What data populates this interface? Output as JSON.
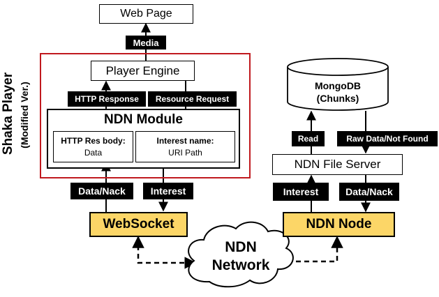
{
  "shaka_player": {
    "title": "Shaka Player",
    "subtitle": "(Modified Ver.)"
  },
  "web_page": "Web Page",
  "media": "Media",
  "player_engine": "Player Engine",
  "http_response": "HTTP Response",
  "resource_request": "Resource Request",
  "ndn_module": {
    "title": "NDN Module",
    "http_res_body": {
      "label": "HTTP Res body:",
      "value": "Data"
    },
    "interest_name": {
      "label": "Interest name:",
      "value": "URI Path"
    }
  },
  "data_nack_left": "Data/Nack",
  "interest_left": "Interest",
  "websocket": "WebSocket",
  "mongodb": {
    "line1": "MongoDB",
    "line2": "(Chunks)"
  },
  "read": "Read",
  "raw_data_not_found": "Raw Data/Not Found",
  "ndn_file_server": "NDN File Server",
  "interest_right": "Interest",
  "data_nack_right": "Data/Nack",
  "ndn_node": "NDN Node",
  "network": {
    "line1": "NDN",
    "line2": "Network"
  },
  "colors": {
    "frame": "#c0191e",
    "highlight": "#fcd667",
    "label_bg": "#000000"
  }
}
